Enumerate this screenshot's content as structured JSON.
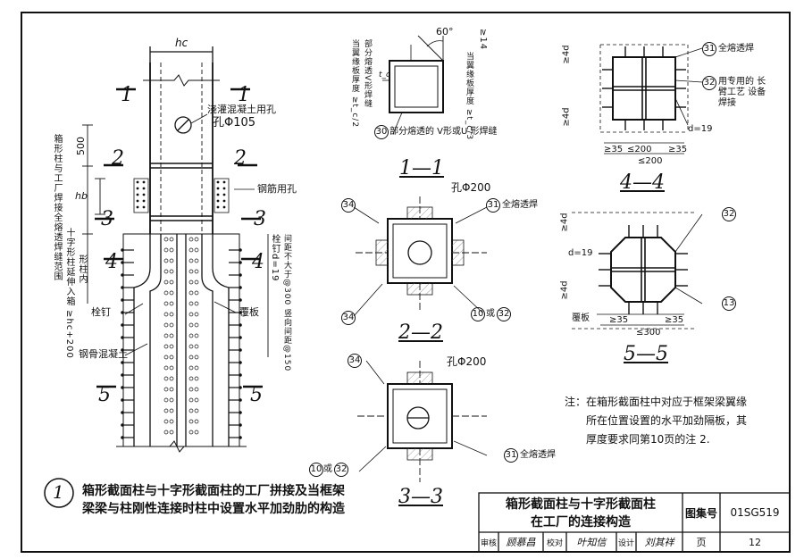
{
  "labels": {
    "hc": "hc",
    "sec1": "1",
    "sec2": "2",
    "sec3": "3",
    "sec4": "4",
    "sec5": "5",
    "hole105": "孔Φ105",
    "pour_hole": "浇灌混凝土用孔",
    "dim500": "500",
    "hb": "hb",
    "bolt_hole": "钢筋用孔",
    "stud_d": "栓钉d=19",
    "stud_pitch": "间距不大于@300 竖向间距@150",
    "stud": "栓钉",
    "steel_conc": "钢骨混凝土",
    "cover_plate": "覆板",
    "vleft1": "箱形柱与工厂焊接全熔透焊缝范围",
    "vleft2": "十字形柱延伸入箱 ≥hc+200",
    "vleft3": "形柱内"
  },
  "s11": {
    "title": "1—1",
    "angle": "60°",
    "dim_tc": "≥14",
    "note_tc": "t_c",
    "vt_a": "当翼缘板厚度 ≥t_c/2",
    "vt_b": "部分熔透V形焊缝",
    "vt_c": "当翼缘板厚度 ≥t_c/3",
    "ref": "30",
    "ref_text": "部分熔透的 V形或U 形焊缝"
  },
  "s22": {
    "title": "2—2",
    "hole": "孔Φ200",
    "ref34": "34",
    "ref31": "31",
    "full_weld": "全熔透焊",
    "ref10": "10",
    "or": "或",
    "ref32": "32"
  },
  "s33": {
    "title": "3—3",
    "hole": "孔Φ200",
    "ref34": "34",
    "ref31": "31",
    "full_weld": "全熔透焊",
    "ref10": "10",
    "or": "或",
    "ref32": "32"
  },
  "s44": {
    "title": "4—4",
    "ref31": "31",
    "full_weld": "全熔透焊",
    "ref32": "32",
    "note32": "用专用的 长臂工艺 设备焊接",
    "d19": "d=19",
    "ge4d_a": "≥4d",
    "ge4d_b": "≥4d",
    "ge35a": "≥35",
    "le200a": "≤200",
    "ge35b": "≥35",
    "le200b": "≤200"
  },
  "s55": {
    "title": "5—5",
    "ref32": "32",
    "ref13": "13",
    "d19": "d=19",
    "ge4d_a": "≥4d",
    "ge4d_b": "≥4d",
    "cover": "覆板",
    "ge35a": "≥35",
    "ge35b": "≥35",
    "le300": "≤300"
  },
  "note": {
    "line1": "注：在箱形截面柱中对应于框架梁翼缘",
    "line2": "所在位置设置的水平加劲隔板，其",
    "line3": "厚度要求同第10页的注 2."
  },
  "caption": {
    "num": "1",
    "line1": "箱形截面柱与十字形截面柱的工厂拼接及当框架",
    "line2": "梁梁与柱刚性连接时柱中设置水平加劲肋的构造"
  },
  "title_block": {
    "title_line1": "箱形截面柱与十字形截面柱",
    "title_line2": "在工厂的连接构造",
    "atlas_label": "图集号",
    "atlas_no": "01SG519",
    "review": "审核",
    "reviewer": "顾慕昌",
    "check": "校对",
    "checker": "叶知信",
    "design": "设计",
    "designer": "刘其祥",
    "page_label": "页",
    "page_no": "12"
  }
}
